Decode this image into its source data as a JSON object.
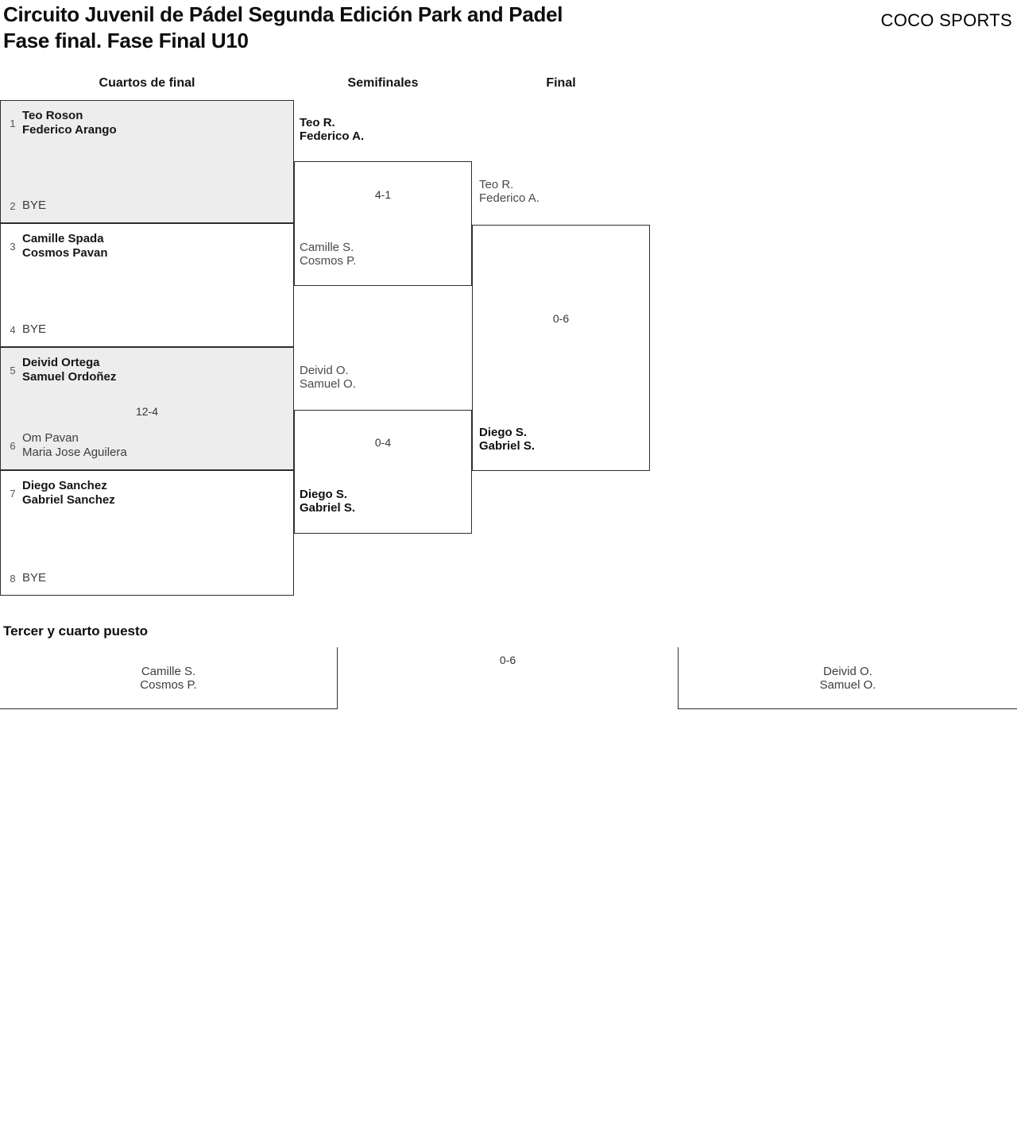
{
  "header": {
    "title_line1": "Circuito Juvenil de Pádel Segunda Edición Park and Padel",
    "title_line2": "Fase final. Fase Final U10",
    "brand": "COCO SPORTS"
  },
  "round_headers": {
    "quarterfinals": "Cuartos de final",
    "semifinals": "Semifinales",
    "final": "Final"
  },
  "qf": [
    {
      "seed_top": "1",
      "top1": "Teo Roson",
      "top2": "Federico Arango",
      "seed_bottom": "2",
      "bottom1": "BYE",
      "bottom2": "",
      "score": ""
    },
    {
      "seed_top": "3",
      "top1": "Camille Spada",
      "top2": "Cosmos Pavan",
      "seed_bottom": "4",
      "bottom1": "BYE",
      "bottom2": "",
      "score": ""
    },
    {
      "seed_top": "5",
      "top1": "Deivid Ortega",
      "top2": "Samuel Ordoñez",
      "seed_bottom": "6",
      "bottom1": "Om Pavan",
      "bottom2": "Maria Jose Aguilera",
      "score": "12-4"
    },
    {
      "seed_top": "7",
      "top1": "Diego Sanchez",
      "top2": "Gabriel Sanchez",
      "seed_bottom": "8",
      "bottom1": "BYE",
      "bottom2": "",
      "score": ""
    }
  ],
  "sf": [
    {
      "top1": "Teo R.",
      "top2": "Federico A.",
      "bottom1": "Camille S.",
      "bottom2": "Cosmos P.",
      "score": "4-1"
    },
    {
      "top1": "Deivid O.",
      "top2": "Samuel O.",
      "bottom1": "Diego S.",
      "bottom2": "Gabriel S.",
      "score": "0-4"
    }
  ],
  "final": {
    "top1": "Teo R.",
    "top2": "Federico A.",
    "bottom1": "Diego S.",
    "bottom2": "Gabriel S.",
    "score": "0-6"
  },
  "third_place": {
    "heading": "Tercer y cuarto puesto",
    "left1": "Camille S.",
    "left2": "Cosmos P.",
    "right1": "Deivid O.",
    "right2": "Samuel O.",
    "score": "0-6"
  },
  "colors": {
    "shaded_match_bg": "#ededed",
    "border": "#2e2e2e",
    "winner_text": "#101010",
    "muted_text": "#4a4a4a"
  }
}
